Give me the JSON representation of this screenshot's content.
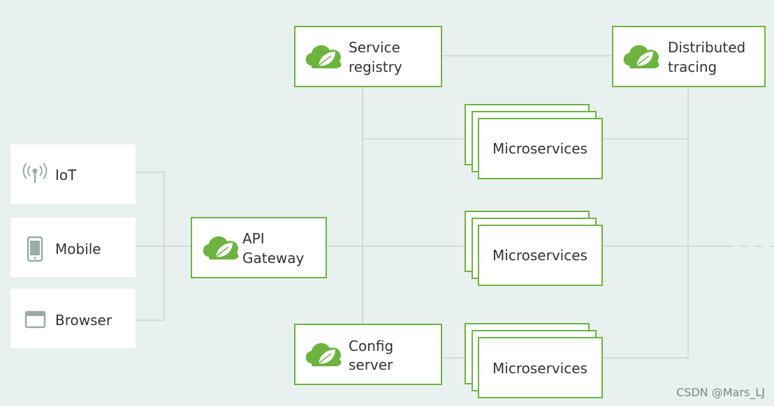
{
  "clients": [
    {
      "label": "IoT",
      "icon": "antenna-icon"
    },
    {
      "label": "Mobile",
      "icon": "mobile-phone-icon"
    },
    {
      "label": "Browser",
      "icon": "browser-window-icon"
    }
  ],
  "api_gateway": {
    "line1": "API",
    "line2": "Gateway",
    "icon": "spring-cloud-leaf-icon"
  },
  "service_registry": {
    "line1": "Service",
    "line2": "registry",
    "icon": "spring-cloud-leaf-icon"
  },
  "distributed_tracing": {
    "line1": "Distributed",
    "line2": "tracing",
    "icon": "spring-cloud-leaf-icon"
  },
  "config_server": {
    "line1": "Config",
    "line2": "server",
    "icon": "spring-cloud-leaf-icon"
  },
  "microservices": [
    {
      "label": "Microservices"
    },
    {
      "label": "Microservices"
    },
    {
      "label": "Microservices"
    }
  ],
  "colors": {
    "accent_green": "#6db33f",
    "connector": "#c9d6d4",
    "background": "#e9f1f0"
  },
  "watermark": "CSDN @Mars_LJ"
}
